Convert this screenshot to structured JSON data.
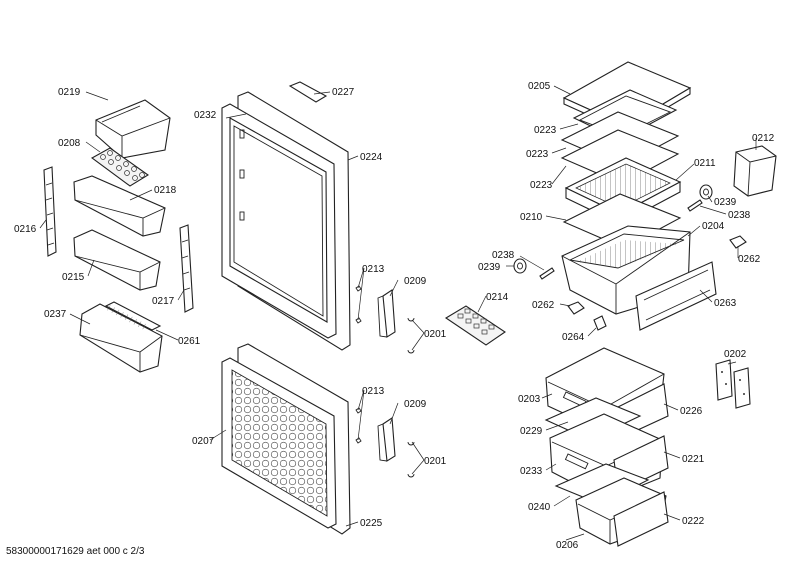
{
  "footer": "58300000171629 aet 000 c 2/3",
  "labels": {
    "p0219": "0219",
    "p0208": "0208",
    "p0218": "0218",
    "p0216": "0216",
    "p0215": "0215",
    "p0217": "0217",
    "p0237": "0237",
    "p0261": "0261",
    "p0232": "0232",
    "p0227": "0227",
    "p0224": "0224",
    "p0213a": "0213",
    "p0209a": "0209",
    "p0201a": "0201",
    "p0214": "0214",
    "p0207": "0207",
    "p0213b": "0213",
    "p0209b": "0209",
    "p0201b": "0201",
    "p0225": "0225",
    "p0205": "0205",
    "p0223a": "0223",
    "p0223b": "0223",
    "p0223c": "0223",
    "p0212": "0212",
    "p0211": "0211",
    "p0239a": "0239",
    "p0238a": "0238",
    "p0210": "0210",
    "p0204": "0204",
    "p0238b": "0238",
    "p0239b": "0239",
    "p0262a": "0262",
    "p0262b": "0262",
    "p0263": "0263",
    "p0264": "0264",
    "p0202": "0202",
    "p0203": "0203",
    "p0226": "0226",
    "p0229": "0229",
    "p0221": "0221",
    "p0233": "0233",
    "p0240": "0240",
    "p0222": "0222",
    "p0206": "0206"
  }
}
